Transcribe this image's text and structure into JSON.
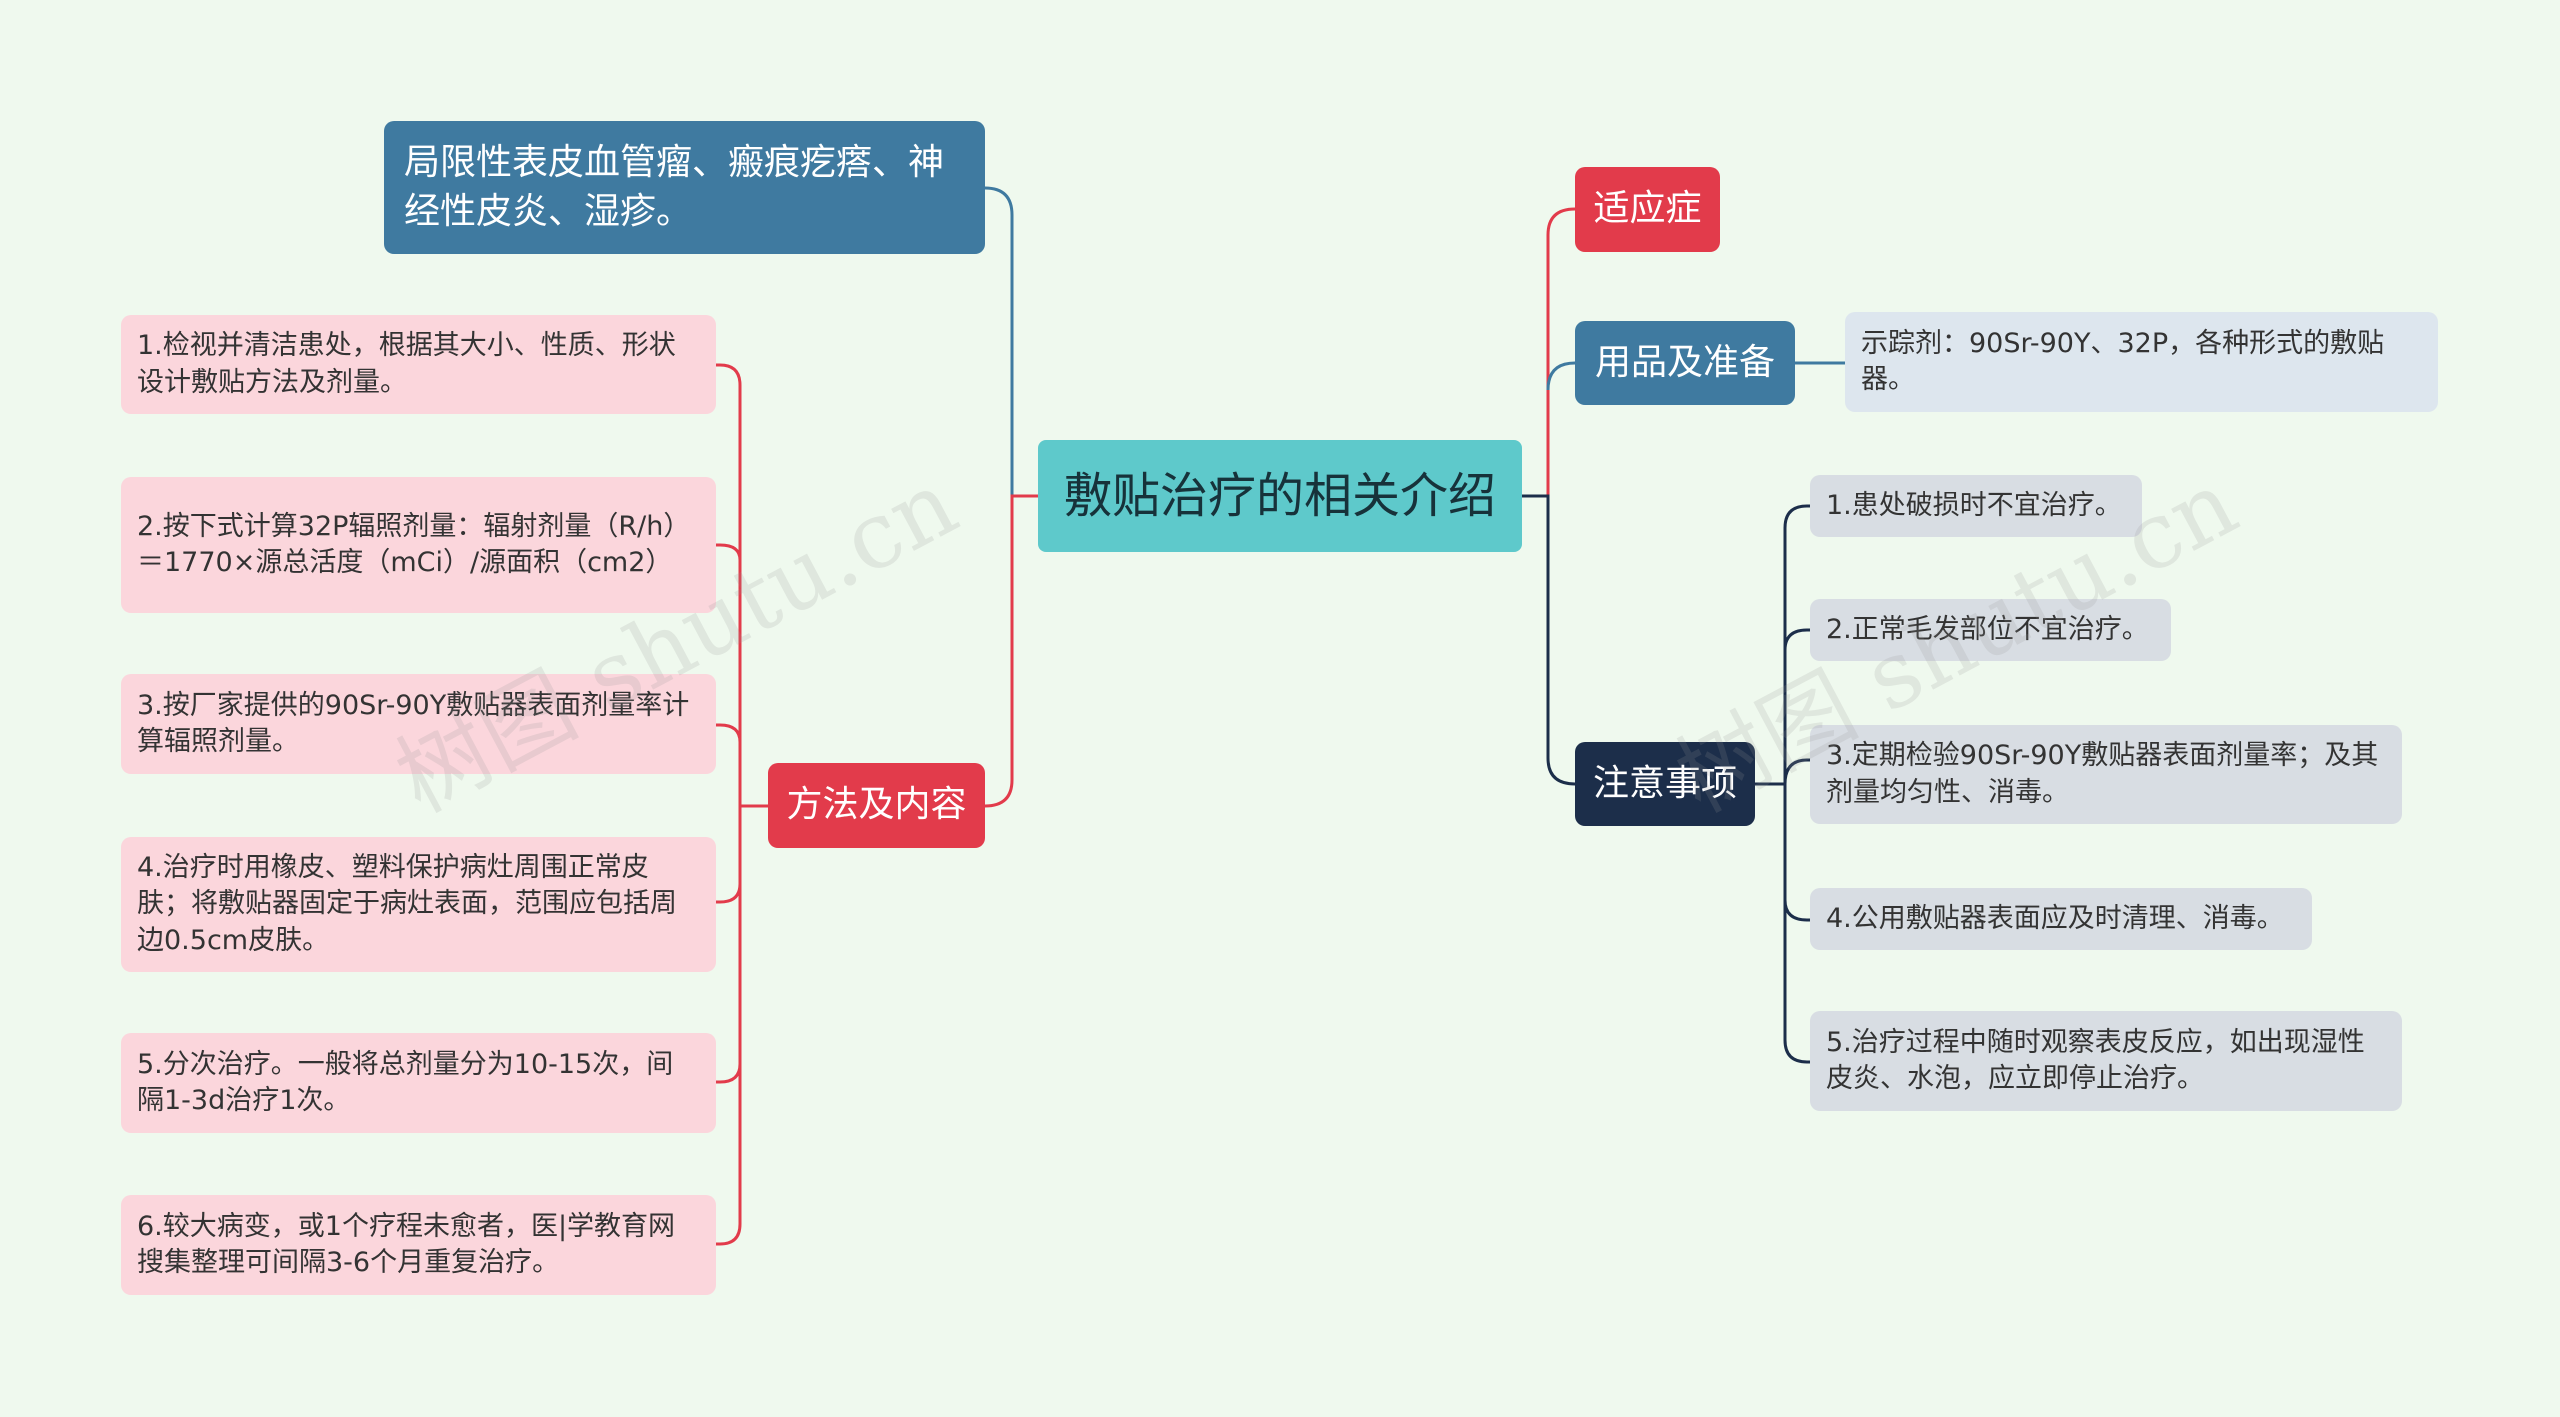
{
  "center": {
    "title": "敷贴治疗的相关介绍"
  },
  "left": {
    "top_node": "局限性表皮血管瘤、瘢痕疙瘩、神经性皮炎、湿疹。",
    "methods": {
      "label": "方法及内容",
      "items": [
        "1.检视并清洁患处，根据其大小、性质、形状设计敷贴方法及剂量。",
        "2.按下式计算32P辐照剂量：辐射剂量（R/h）＝1770×源总活度（mCi）/源面积（cm2）",
        "3.按厂家提供的90Sr-90Y敷贴器表面剂量率计算辐照剂量。",
        "4.治疗时用橡皮、塑料保护病灶周围正常皮肤；将敷贴器固定于病灶表面，范围应包括周边0.5cm皮肤。",
        "5.分次治疗。一般将总剂量分为10-15次，间隔1-3d治疗1次。",
        "6.较大病变，或1个疗程未愈者，医|学教育网搜集整理可间隔3-6个月重复治疗。"
      ]
    }
  },
  "right": {
    "indications": {
      "label": "适应症"
    },
    "supplies": {
      "label": "用品及准备",
      "detail": "示踪剂：90Sr-90Y、32P，各种形式的敷贴器。"
    },
    "notes": {
      "label": "注意事项",
      "items": [
        "1.患处破损时不宜治疗。",
        "2.正常毛发部位不宜治疗。",
        "3.定期检验90Sr-90Y敷贴器表面剂量率；及其剂量均匀性、消毒。",
        "4.公用敷贴器表面应及时清理、消毒。",
        "5.治疗过程中随时观察表皮反应，如出现湿性皮炎、水泡，应立即停止治疗。"
      ]
    }
  },
  "watermark": {
    "text": "树图 shutu.cn"
  },
  "colors": {
    "background": "#eff9ee",
    "center": "#5ec9cb",
    "red_branch": "#e23b4b",
    "blue_branch": "#3f7aa0",
    "navy_branch": "#1c2e4a",
    "pink_leaf": "#fbd6dc",
    "blue_leaf": "#dde6ee",
    "gray_leaf": "#d8dde3"
  }
}
